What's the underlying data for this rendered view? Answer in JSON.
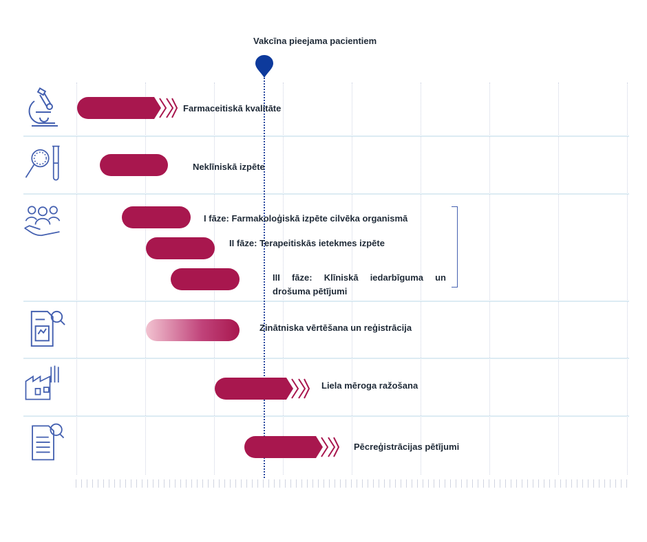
{
  "marker": {
    "label": "Vakcīna pieejama pacientiem"
  },
  "colors": {
    "bar": "#a8174e",
    "marker": "#0d3a9c",
    "icon": "#4460b0",
    "separator": "#dcebf3"
  },
  "rows": [
    {
      "label": "Farmaceitiskā kvalitāte",
      "icon": "microscope-icon"
    },
    {
      "label": "Neklīniskā izpēte",
      "icon": "magnifier-test-tube-icon"
    },
    {
      "label": "I fāze: Farmakoloģiskā izpēte cilvēka organismā",
      "icon": "people-hand-icon"
    },
    {
      "label": "II fāze: Terapeitiskās ietekmes izpēte"
    },
    {
      "label": "III fāze: Klīniskā iedarbīguma un drošuma pētījumi"
    },
    {
      "label": "Zinātniska vērtēšana un reģistrācija",
      "icon": "document-review-icon"
    },
    {
      "label": "Liela mēroga ražošana",
      "icon": "factory-icon"
    },
    {
      "label": "Pēcreģistrācijas pētījumi",
      "icon": "report-search-icon"
    }
  ]
}
